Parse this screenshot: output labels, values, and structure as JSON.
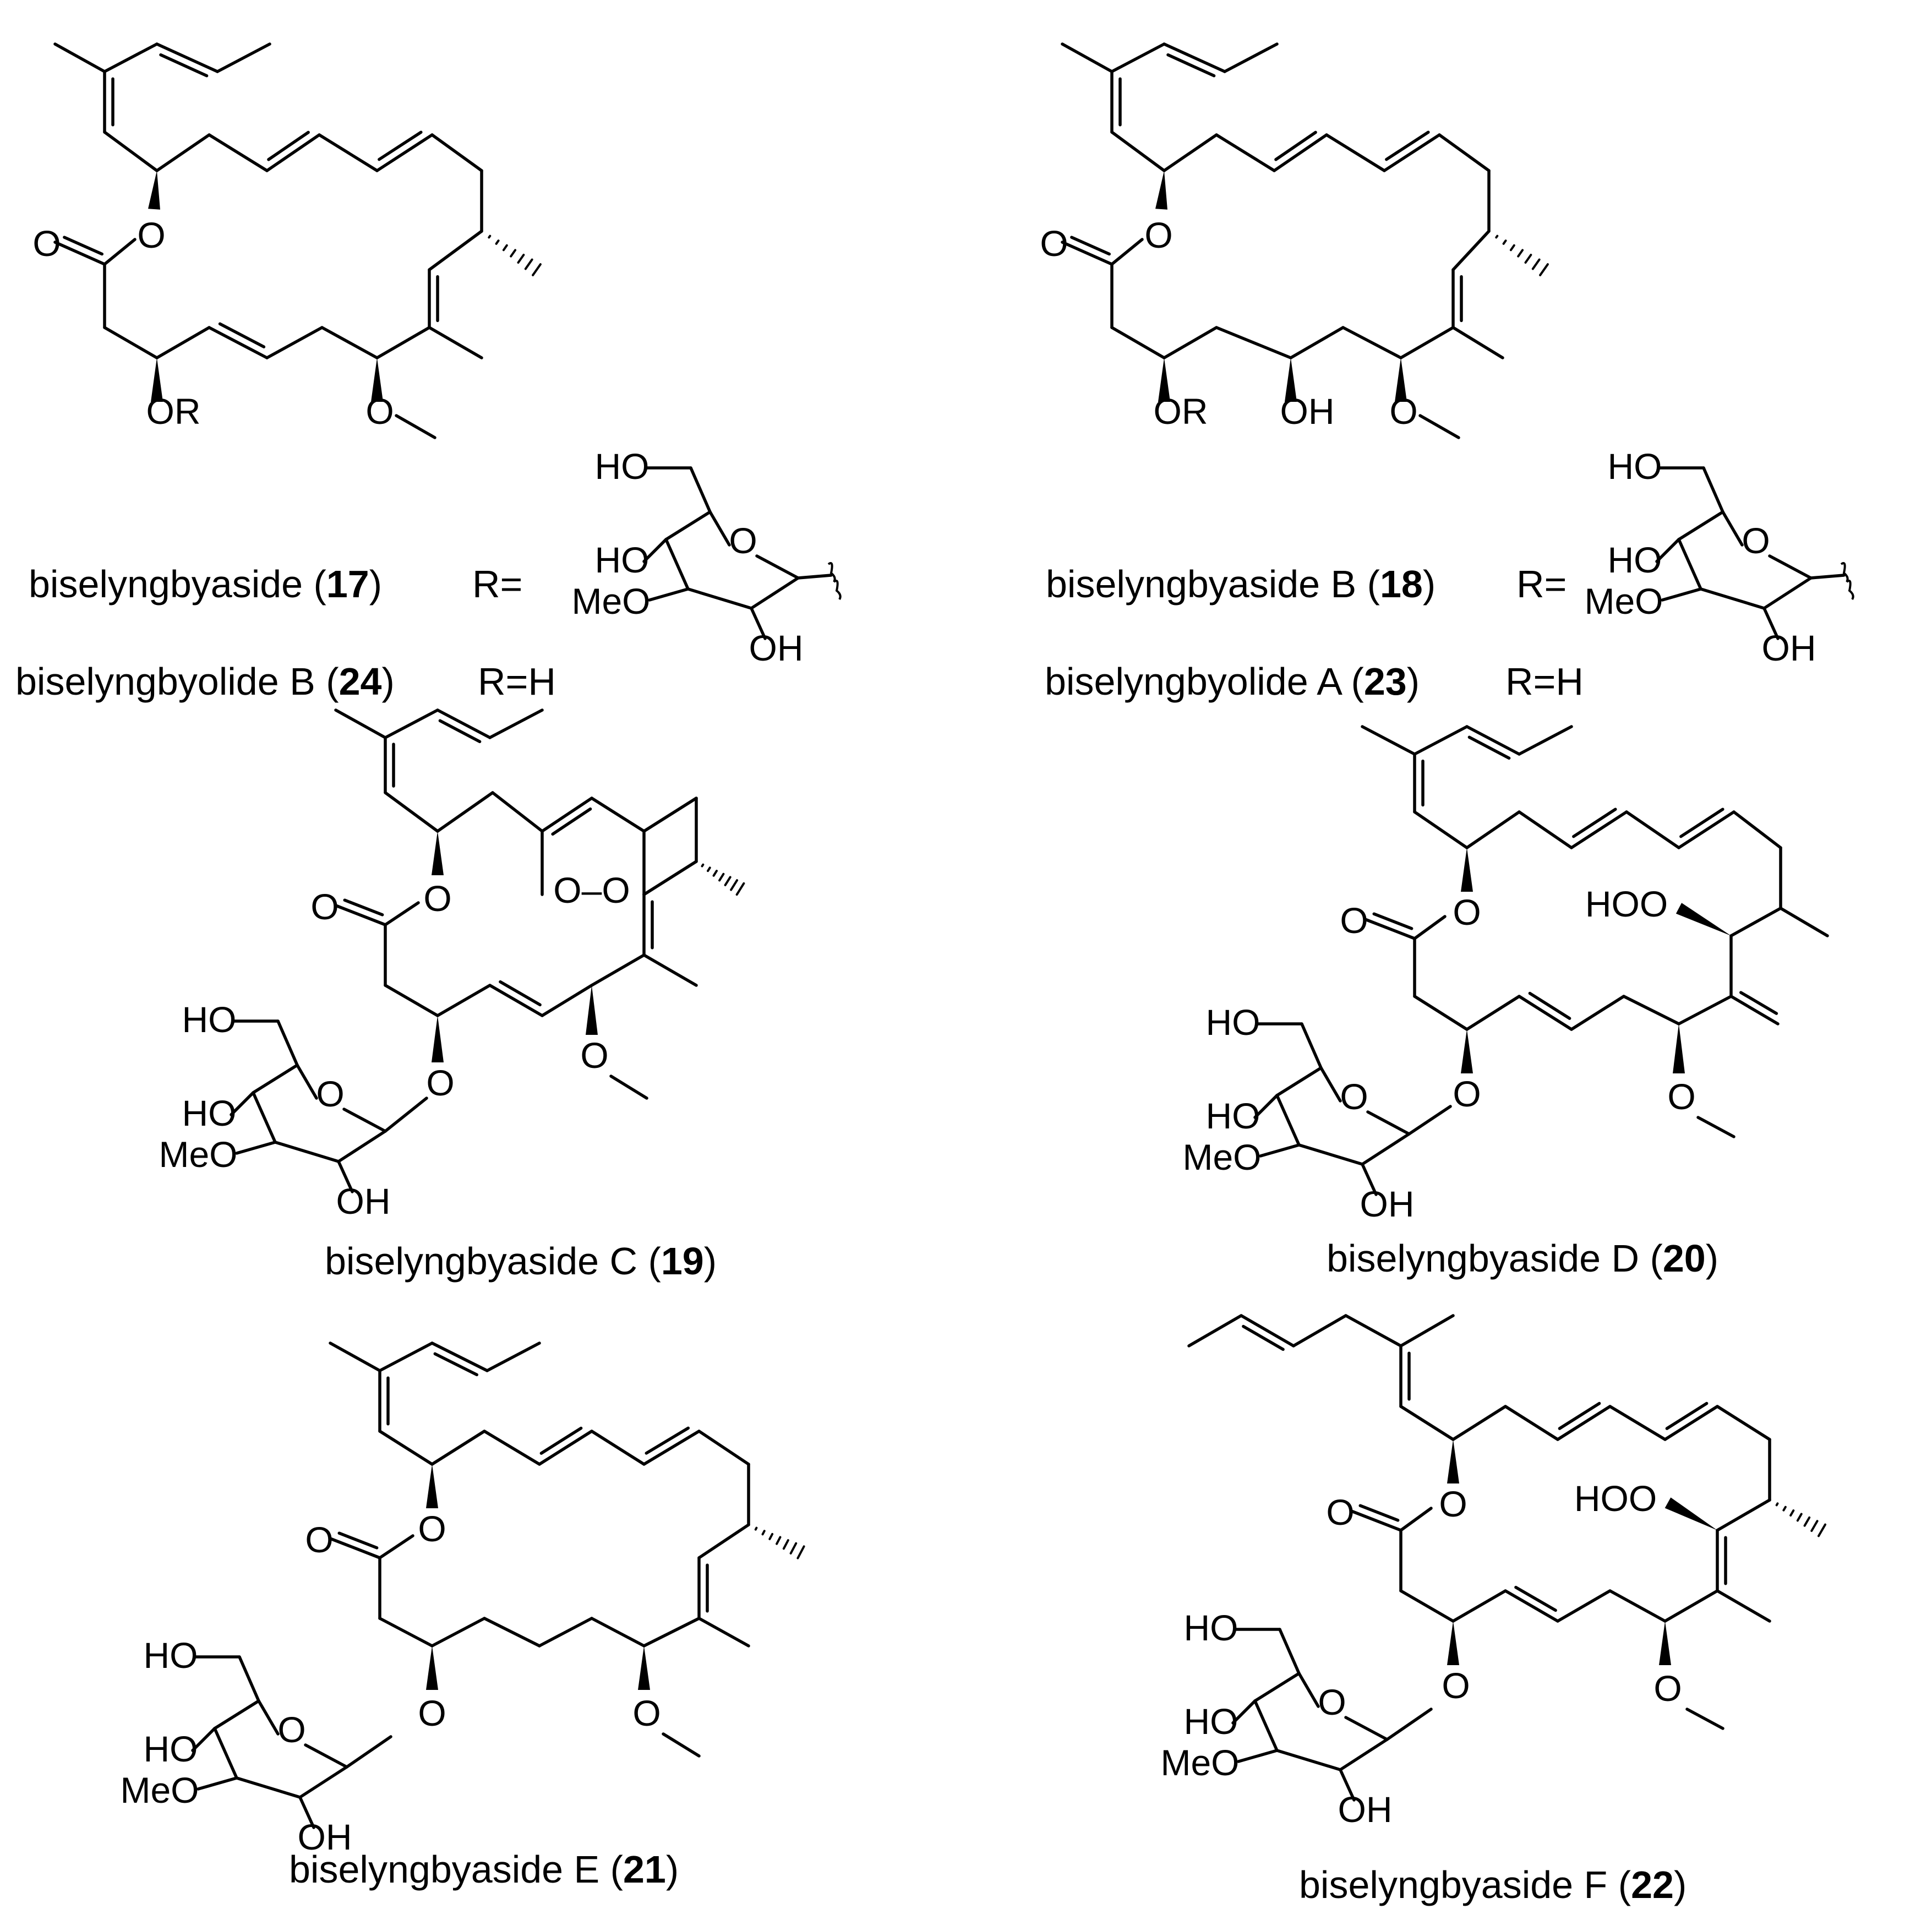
{
  "figure_type": "chemical-structure-grid",
  "compounds": [
    {
      "caption_pre": "biselyngbyaside (",
      "number": "17",
      "caption_post": ")",
      "r_label": "R=",
      "alt_caption_pre": "biselyngbyolide B (",
      "alt_number": "24",
      "alt_caption_post": ")",
      "alt_r_label": "R=H"
    },
    {
      "caption_pre": "biselyngbyaside B (",
      "number": "18",
      "caption_post": ")",
      "r_label": "R=",
      "alt_caption_pre": "biselyngbyolide A (",
      "alt_number": "23",
      "alt_caption_post": ")",
      "alt_r_label": "R=H"
    },
    {
      "caption_pre": "biselyngbyaside C (",
      "number": "19",
      "caption_post": ")"
    },
    {
      "caption_pre": "biselyngbyaside D (",
      "number": "20",
      "caption_post": ")"
    },
    {
      "caption_pre": "biselyngbyaside E (",
      "number": "21",
      "caption_post": ")"
    },
    {
      "caption_pre": "biselyngbyaside F (",
      "number": "22",
      "caption_post": ")"
    }
  ],
  "atom_labels": {
    "o": "O",
    "or": "OR",
    "oh": "OH",
    "ho": "HO",
    "meo": "MeO",
    "hoo": "HOO",
    "oo": "O–O"
  }
}
